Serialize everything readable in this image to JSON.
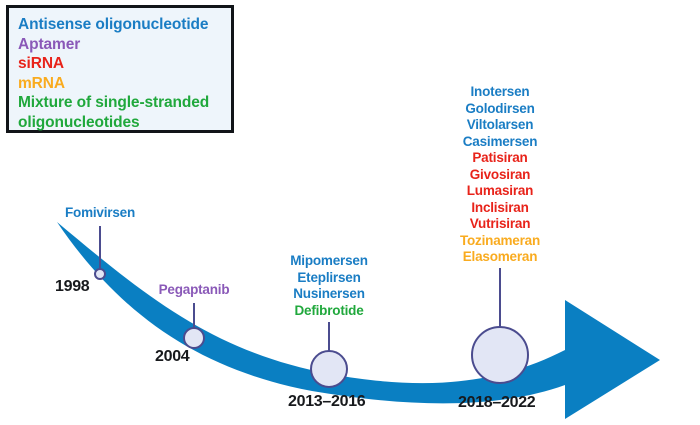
{
  "figure": {
    "type": "timeline-arrow-diagram",
    "background": "#ffffff",
    "arrow_color": "#0a7fc2",
    "connector_color": "#4b4c8f",
    "marker_fill": "#e2e6f5",
    "marker_stroke": "#4b4c8f"
  },
  "colors": {
    "antisense_oligonucleotide": "#1a7dc4",
    "aptamer": "#8a59b8",
    "sirna": "#e8231a",
    "mrna": "#f9ab1f",
    "mixture": "#20a83c",
    "year_text": "#17191c",
    "legend_bg": "#eef5fb",
    "legend_border": "#111418"
  },
  "legend": {
    "name": "modality-legend",
    "items": [
      {
        "label": "Antisense oligonucleotide",
        "color_key": "antisense_oligonucleotide"
      },
      {
        "label": "Aptamer",
        "color_key": "aptamer"
      },
      {
        "label": "siRNA",
        "color_key": "sirna"
      },
      {
        "label": "mRNA",
        "color_key": "mrna"
      },
      {
        "label": "Mixture of single-stranded\noligonucleotides",
        "color_key": "mixture"
      }
    ]
  },
  "milestones": [
    {
      "id": "m1998",
      "year": "1998",
      "drugs": [
        {
          "name": "Fomivirsen",
          "color_key": "antisense_oligonucleotide"
        }
      ]
    },
    {
      "id": "m2004",
      "year": "2004",
      "drugs": [
        {
          "name": "Pegaptanib",
          "color_key": "aptamer"
        }
      ]
    },
    {
      "id": "m2013-2016",
      "year": "2013–2016",
      "drugs": [
        {
          "name": "Mipomersen",
          "color_key": "antisense_oligonucleotide"
        },
        {
          "name": "Eteplirsen",
          "color_key": "antisense_oligonucleotide"
        },
        {
          "name": "Nusinersen",
          "color_key": "antisense_oligonucleotide"
        },
        {
          "name": "Defibrotide",
          "color_key": "mixture"
        }
      ]
    },
    {
      "id": "m2018-2022",
      "year": "2018–2022",
      "drugs": [
        {
          "name": "Inotersen",
          "color_key": "antisense_oligonucleotide"
        },
        {
          "name": "Golodirsen",
          "color_key": "antisense_oligonucleotide"
        },
        {
          "name": "Viltolarsen",
          "color_key": "antisense_oligonucleotide"
        },
        {
          "name": "Casimersen",
          "color_key": "antisense_oligonucleotide"
        },
        {
          "name": "Patisiran",
          "color_key": "sirna"
        },
        {
          "name": "Givosiran",
          "color_key": "sirna"
        },
        {
          "name": "Lumasiran",
          "color_key": "sirna"
        },
        {
          "name": "Inclisiran",
          "color_key": "sirna"
        },
        {
          "name": "Vutrisiran",
          "color_key": "sirna"
        },
        {
          "name": "Tozinameran",
          "color_key": "mrna"
        },
        {
          "name": "Elasomeran",
          "color_key": "mrna"
        }
      ]
    }
  ]
}
